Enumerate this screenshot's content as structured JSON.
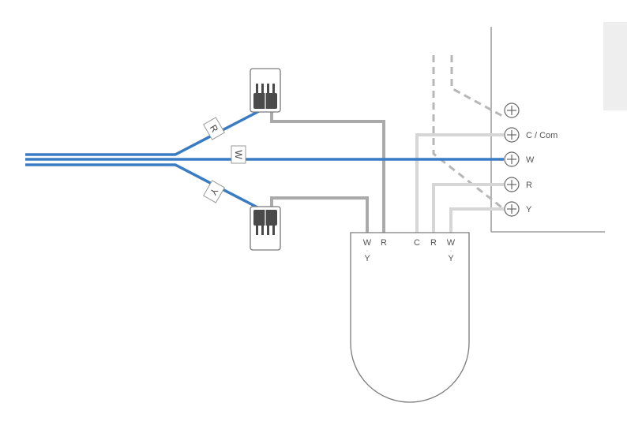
{
  "colors": {
    "blue_wire": "#3a7cc4",
    "gray_wire": "#b0b0b0",
    "light_gray_wire": "#d6d6d6",
    "connector": "#4a4a4a",
    "outline": "#7a7a7a"
  },
  "wire_tags": {
    "r": "R",
    "w": "W",
    "y": "Y"
  },
  "terminals": {
    "t0": "",
    "t1": "C / Com",
    "t2": "W",
    "t3": "R",
    "t4": "Y"
  },
  "module_pins": {
    "p1_top": "W",
    "p1_bottom": "Y",
    "p2": "R",
    "p3": "C",
    "p4": "R",
    "p5_top": "W",
    "p5_bottom": "Y"
  }
}
